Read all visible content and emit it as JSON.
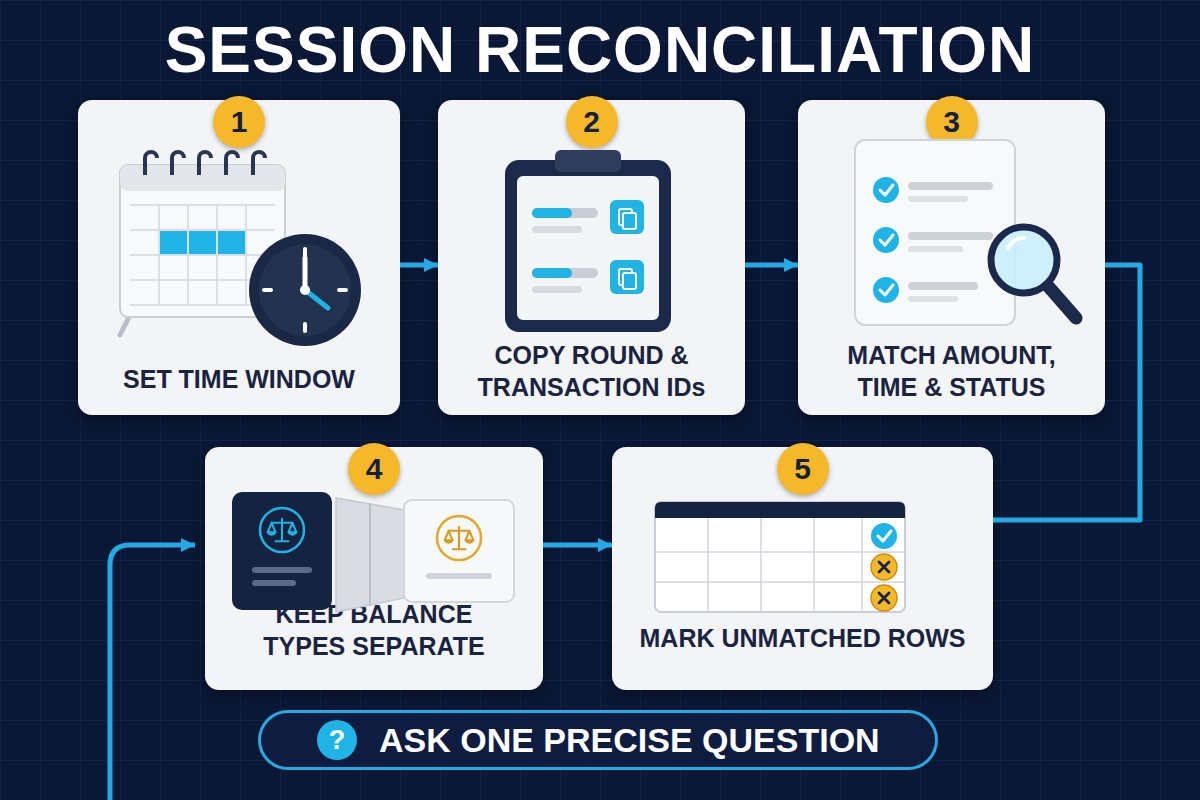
{
  "diagram": {
    "title": "SESSION RECONCILIATION",
    "nodes": [
      {
        "text": [
          "1",
          "SET TIME WINDOW"
        ]
      },
      {
        "text": [
          "2",
          "COPY ROUND & TRANSACTION IDs"
        ]
      },
      {
        "text": [
          "3",
          "MATCH AMOUNT, TIME & STATUS"
        ]
      },
      {
        "text": [
          "4",
          "KEEP BALANCE TYPES SEPARATE"
        ]
      },
      {
        "text": [
          "5",
          "MARK UNMATCHED ROWS"
        ]
      },
      {
        "text": [
          "?",
          "ASK ONE PRECISE QUESTION"
        ]
      }
    ],
    "edges": [
      {
        "from": 0,
        "to": 1,
        "arrow": "to"
      },
      {
        "from": 1,
        "to": 2,
        "arrow": "to"
      },
      {
        "from": 2,
        "to": 4,
        "arrow": "none"
      },
      {
        "from": 3,
        "to": 4,
        "arrow": "to"
      }
    ]
  }
}
